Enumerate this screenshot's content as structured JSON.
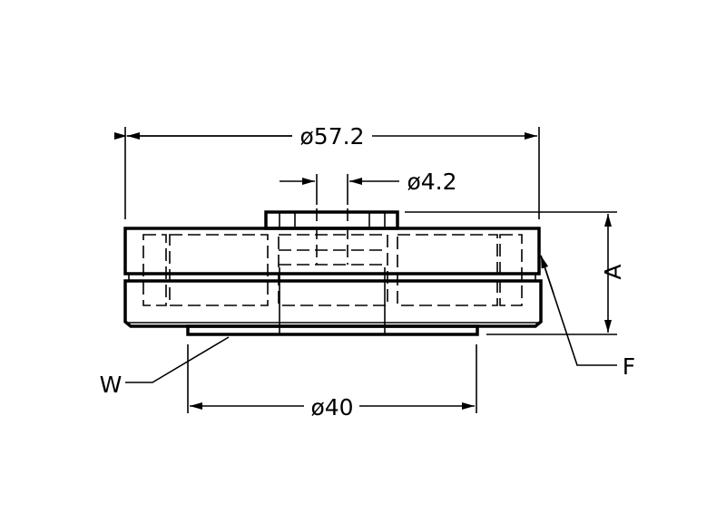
{
  "drawing": {
    "dim_outer_diameter": "ø57.2",
    "dim_hole_diameter": "ø4.2",
    "dim_base_diameter": "ø40",
    "label_height": "A",
    "label_f": "F",
    "label_w": "W"
  }
}
